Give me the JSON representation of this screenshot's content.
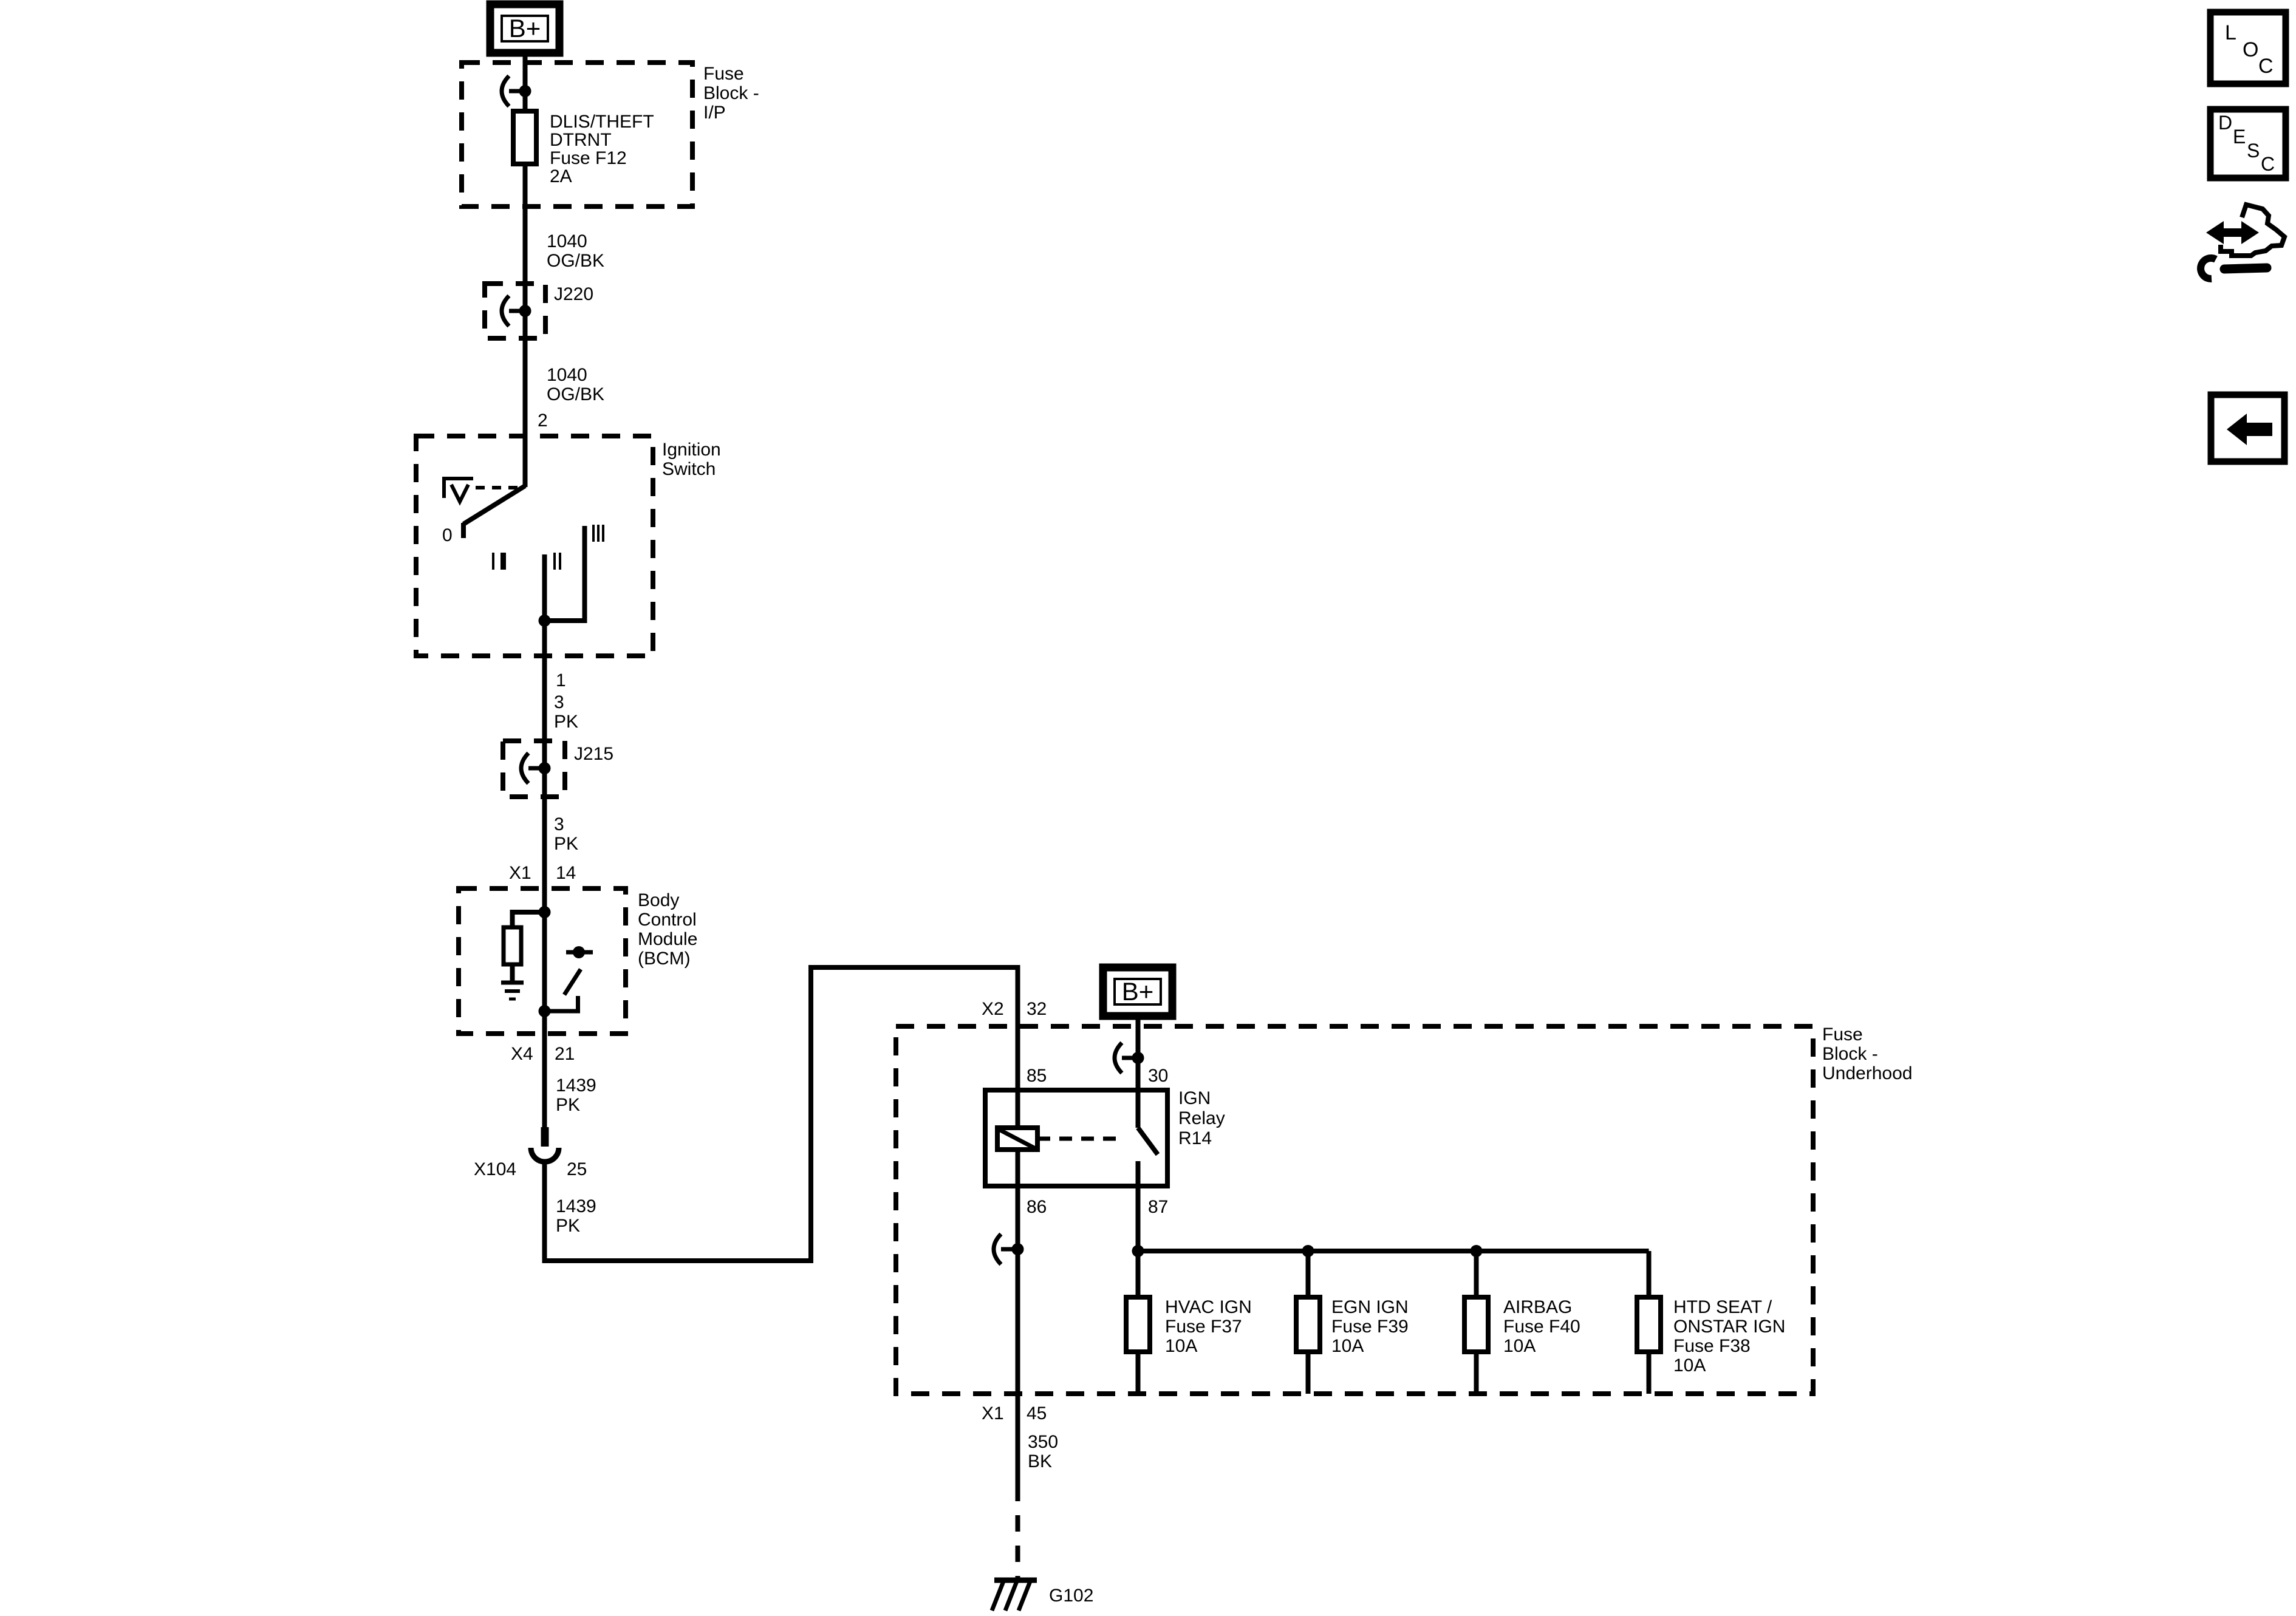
{
  "page": {
    "background": "#ffffff",
    "line_color": "#000000"
  },
  "battery_feed_ip": {
    "b_plus": "B+",
    "block_label": [
      "Fuse",
      "Block -",
      "I/P"
    ],
    "fuse_label": [
      "DLIS/THEFT",
      "DTRNT",
      "Fuse F12",
      "2A"
    ],
    "wire_upper": [
      "1040",
      "OG/BK"
    ],
    "splice": "J220",
    "wire_lower": [
      "1040",
      "OG/BK"
    ],
    "pin": "2"
  },
  "ignition_switch": {
    "label": [
      "Ignition",
      "Switch"
    ],
    "position_off": "0",
    "pin_out": "1",
    "wire_upper": [
      "3",
      "PK"
    ],
    "splice": "J215",
    "wire_lower": [
      "3",
      "PK"
    ]
  },
  "bcm": {
    "conn_in": "X1",
    "pin_in": "14",
    "label": [
      "Body",
      "Control",
      "Module",
      "(BCM)"
    ],
    "conn_out": "X4",
    "pin_out": "21",
    "wire_upper": [
      "1439",
      "PK"
    ],
    "inline_conn": "X104",
    "inline_pin": "25",
    "wire_lower": [
      "1439",
      "PK"
    ]
  },
  "fuse_block_underhood": {
    "conn_in": "X2",
    "pin_in": "32",
    "b_plus": "B+",
    "block_label": [
      "Fuse",
      "Block -",
      "Underhood"
    ],
    "relay": {
      "label": [
        "IGN",
        "Relay",
        "R14"
      ],
      "pin_85": "85",
      "pin_30": "30",
      "pin_86": "86",
      "pin_87": "87"
    },
    "fuses": [
      {
        "lines": [
          "HVAC IGN",
          "Fuse F37",
          "10A"
        ]
      },
      {
        "lines": [
          "EGN IGN",
          "Fuse F39",
          "10A"
        ]
      },
      {
        "lines": [
          "AIRBAG",
          "Fuse F40",
          "10A"
        ]
      },
      {
        "lines": [
          "HTD SEAT /",
          "ONSTAR IGN",
          "Fuse F38",
          "10A"
        ]
      }
    ],
    "conn_out": "X1",
    "pin_out": "45",
    "ground_wire": [
      "350",
      "BK"
    ],
    "ground": "G102"
  },
  "toolbar": {
    "loc_letters": [
      "L",
      "O",
      "C"
    ],
    "desc_letters": [
      "D",
      "E",
      "S",
      "C"
    ]
  }
}
